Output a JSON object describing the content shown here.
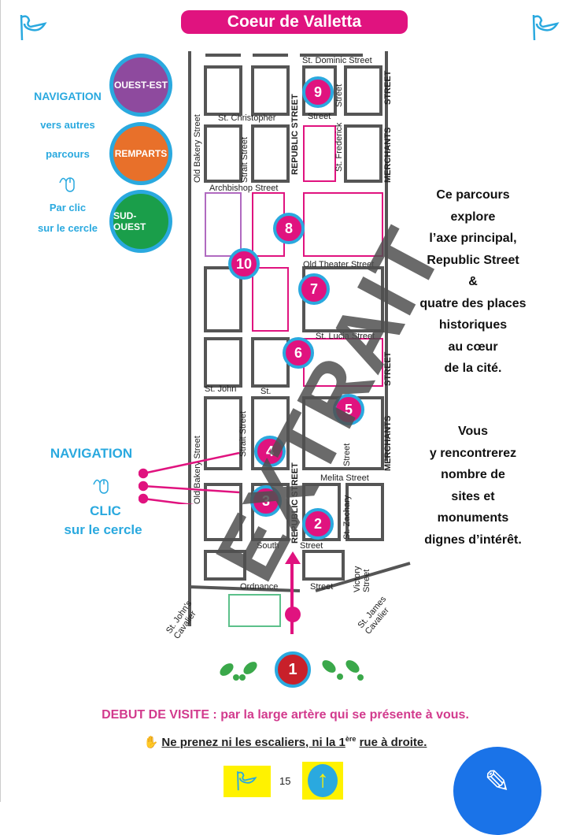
{
  "header": {
    "title": "Coeur de Valletta",
    "flag_icon": "flag-icon"
  },
  "navigation": {
    "heading": "NAVIGATION",
    "line1": "vers autres",
    "line2": "parcours",
    "line3": "Par clic",
    "line4": "sur le cercle",
    "routes": [
      {
        "label": "OUEST-EST",
        "color": "#8e4a9e"
      },
      {
        "label": "REMPARTS",
        "color": "#e8702a"
      },
      {
        "label": "SUD-OUEST",
        "color": "#1a9e4a"
      }
    ]
  },
  "map": {
    "streets": {
      "dominic": "St. Dominic Street",
      "christopher": "St. Christopher",
      "christopher2": "Street",
      "street_a": "Street",
      "street_b": "STREET",
      "bakery": "Old Bakery Street",
      "strait": "Strait Street",
      "republic": "REPUBLIC STREET",
      "frederick": "St. Frederick",
      "merchants": "MERCHANTS",
      "archbishop": "Archbishop Street",
      "theater": "Old Theater Street",
      "lucia": "St. Lucia Street",
      "street_c": "STREET",
      "john": "St. John",
      "john2": "St.",
      "strait2": "Strait Street",
      "bakery2": "Old Bakery Street",
      "republic2": "REPUBLIC STREET",
      "street_d": "Street",
      "merchants2": "MERCHANTS",
      "melita": "Melita Street",
      "zachary": "St. Zachary",
      "south": "South",
      "south2": "Street",
      "ordnance": "Ordnance",
      "ordnance2": "Street",
      "victory": "Victory Street",
      "johns_cav": "St. John's Cavalier",
      "james_cav": "St. James Cavalier"
    },
    "markers": [
      "9",
      "8",
      "10",
      "7",
      "6",
      "5",
      "4",
      "3",
      "2"
    ],
    "watermark": "EXTRAIT"
  },
  "left_nav": {
    "heading": "NAVIGATION",
    "clic": "CLIC",
    "sub": "sur le cercle"
  },
  "description": {
    "p1": [
      "Ce parcours",
      "explore",
      "l’axe principal,",
      "Republic Street",
      "&",
      "quatre des places",
      "historiques",
      "au cœur",
      "de la cité."
    ],
    "p2": [
      "Vous",
      "y rencontrerez",
      "nombre de",
      "sites et",
      "monuments",
      "dignes d’intérêt."
    ]
  },
  "start": {
    "marker": "1",
    "debut": "DEBUT DE VISITE : par la large artère qui se présente à vous.",
    "warn_a": "Ne prenez ni les escaliers, ni la 1",
    "warn_sup": "ère",
    "warn_b": "rue à droite."
  },
  "footer": {
    "page": "15"
  }
}
